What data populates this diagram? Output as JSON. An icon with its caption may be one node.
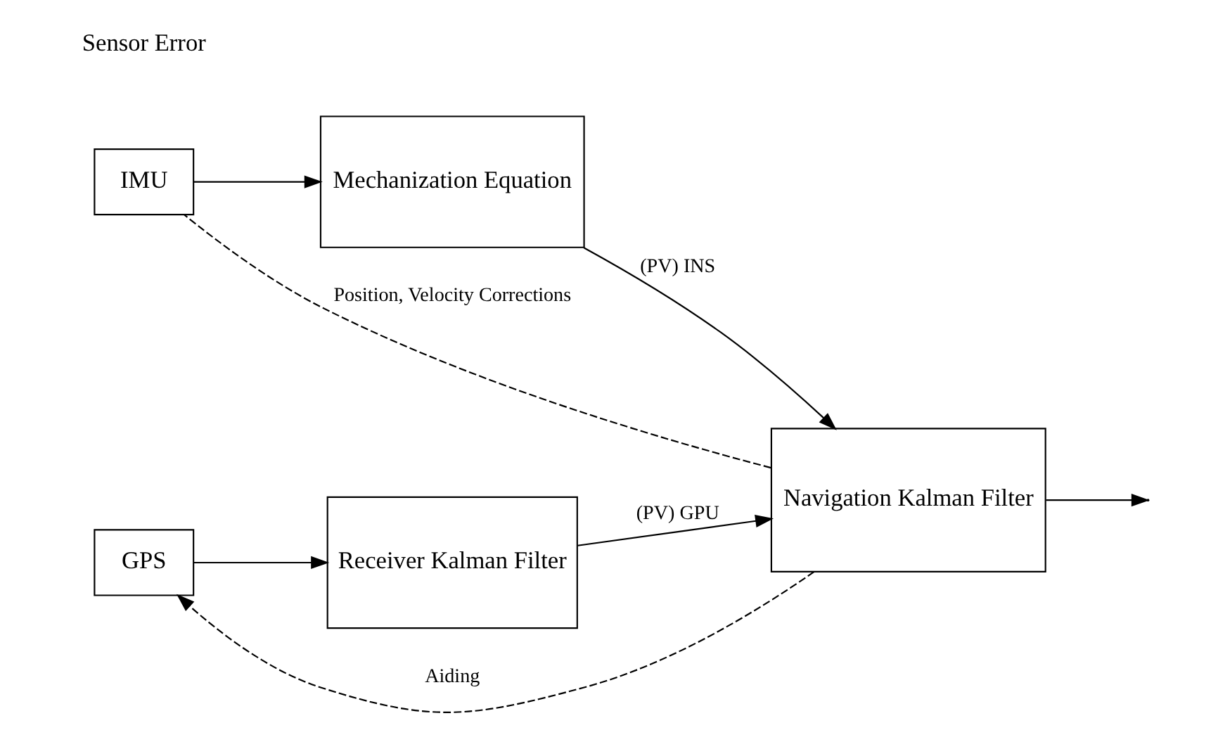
{
  "diagram": {
    "nodes": [
      {
        "text": [
          "IMU"
        ]
      },
      {
        "text": [
          "Mechanization Equation"
        ]
      },
      {
        "text": [
          "GPS"
        ]
      },
      {
        "text": [
          "Receiver Kalman Filter"
        ]
      },
      {
        "text": [
          "Navigation Kalman Filter"
        ]
      }
    ],
    "edges": [
      {
        "from": 0,
        "to": 1,
        "arrow": "to"
      },
      {
        "from": 1,
        "to": 4,
        "arrow": "to",
        "label": "(PV) INS"
      },
      {
        "from": 2,
        "to": 3,
        "arrow": "to"
      },
      {
        "from": 3,
        "to": 4,
        "arrow": "to",
        "label": "(PV) GPU"
      },
      {
        "from": 4,
        "to": null,
        "arrow": "to"
      },
      {
        "from": 4,
        "to": 0,
        "arrow": "none",
        "style": "dashed",
        "label": "Position, Velocity Corrections"
      },
      {
        "from": 4,
        "to": 2,
        "arrow": "to",
        "style": "dashed",
        "label": "Aiding"
      }
    ],
    "labels": [
      "Sensor Error"
    ]
  }
}
